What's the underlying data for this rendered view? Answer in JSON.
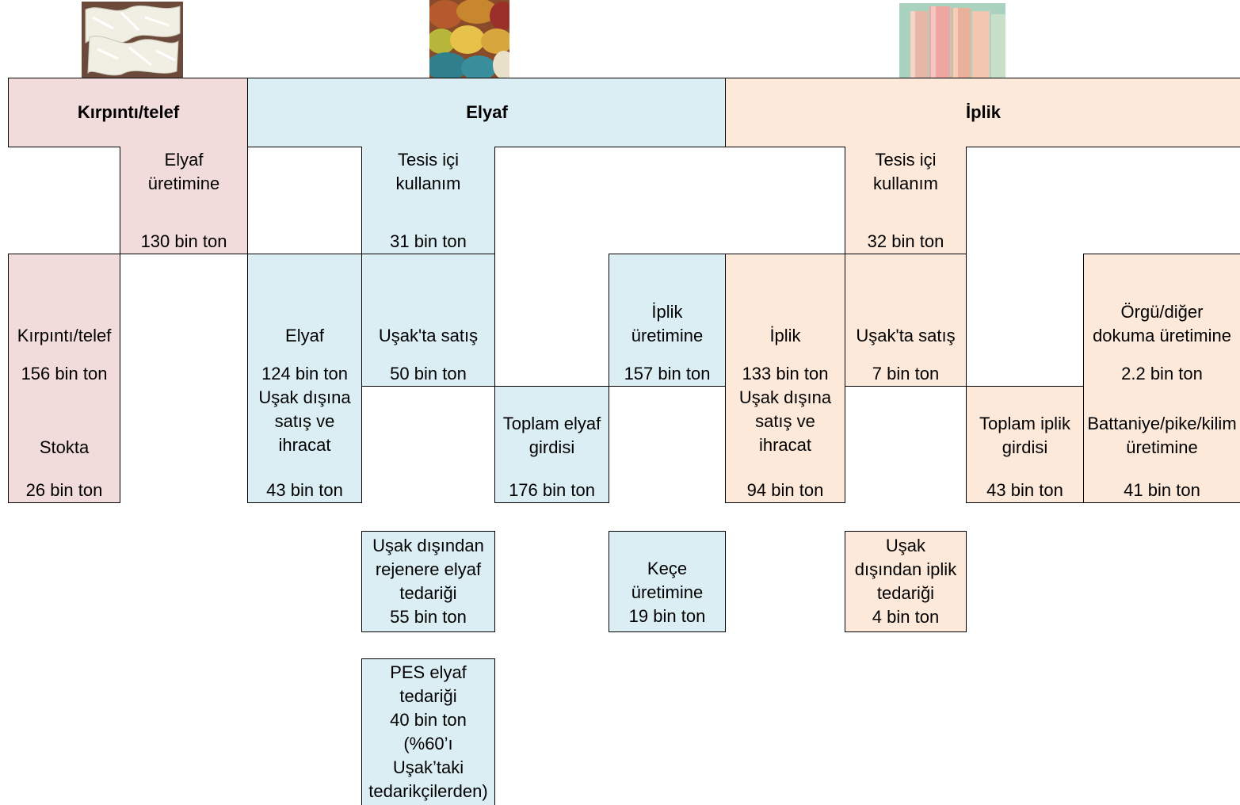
{
  "images": [
    {
      "name": "kirpinti-photo",
      "depicts": "white textile clippings"
    },
    {
      "name": "elyaf-photo",
      "depicts": "colored fiber tufts"
    },
    {
      "name": "iplik-photo",
      "depicts": "yarn cones"
    }
  ],
  "colors": {
    "kirpinti": "#f2dcdb",
    "elyaf": "#daeef3",
    "iplik": "#fde9d9",
    "border": "#000000"
  },
  "headers": {
    "kirpinti": "Kırpıntı/telef",
    "elyaf": "Elyaf",
    "iplik": "İplik"
  },
  "boxes": {
    "elyaf_uretimine": {
      "label": "Elyaf\nüretimine",
      "value": "130 bin ton"
    },
    "elyaf_tesis_ici": {
      "label": "Tesis içi\nkullanım",
      "value": "31 bin ton"
    },
    "iplik_tesis_ici": {
      "label": "Tesis içi\nkullanım",
      "value": "32 bin ton"
    },
    "kirpinti_total": {
      "label": "Kırpıntı/telef",
      "value": "156 bin ton"
    },
    "elyaf_total": {
      "label": "Elyaf",
      "value": "124 bin ton"
    },
    "elyaf_usak_satis": {
      "label": "Uşak'ta satış",
      "value": "50 bin ton"
    },
    "iplik_uretimine": {
      "label": "İplik\nüretimine",
      "value": "157 bin ton"
    },
    "iplik_total": {
      "label": "İplik",
      "value": "133 bin ton"
    },
    "iplik_usak_satis": {
      "label": "Uşak'ta satış",
      "value": "7 bin ton"
    },
    "orgu_diger": {
      "label": "Örgü/diğer\ndokuma üretimine",
      "value": "2.2 bin ton"
    },
    "stokta": {
      "label": "Stokta",
      "value": "26 bin ton"
    },
    "elyaf_disina_satis": {
      "label": "Uşak dışına\nsatış ve\nihracat",
      "value": "43 bin ton"
    },
    "toplam_elyaf": {
      "label": "Toplam elyaf\ngirdisi",
      "value": "176 bin ton"
    },
    "iplik_disina_satis": {
      "label": "Uşak dışına\nsatış ve\nihracat",
      "value": "94 bin ton"
    },
    "toplam_iplik": {
      "label": "Toplam iplik\ngirdisi",
      "value": "43 bin ton"
    },
    "battaniye": {
      "label": "Battaniye/pike/kilim\nüretimine",
      "value": "41 bin ton"
    },
    "rejenere_tedarik": {
      "label": "Uşak dışından\nrejenere elyaf\ntedariği",
      "value": "55 bin ton"
    },
    "kece": {
      "label": "Keçe\nüretimine",
      "value": "19 bin ton"
    },
    "iplik_tedarik": {
      "label": "Uşak\ndışından iplik\ntedariği",
      "value": "4 bin ton"
    },
    "pes_tedarik": {
      "label": "PES elyaf\ntedariği\n40 bin ton\n(%60’ı\nUşak’taki\ntedarikçilerden)",
      "value": ""
    }
  }
}
